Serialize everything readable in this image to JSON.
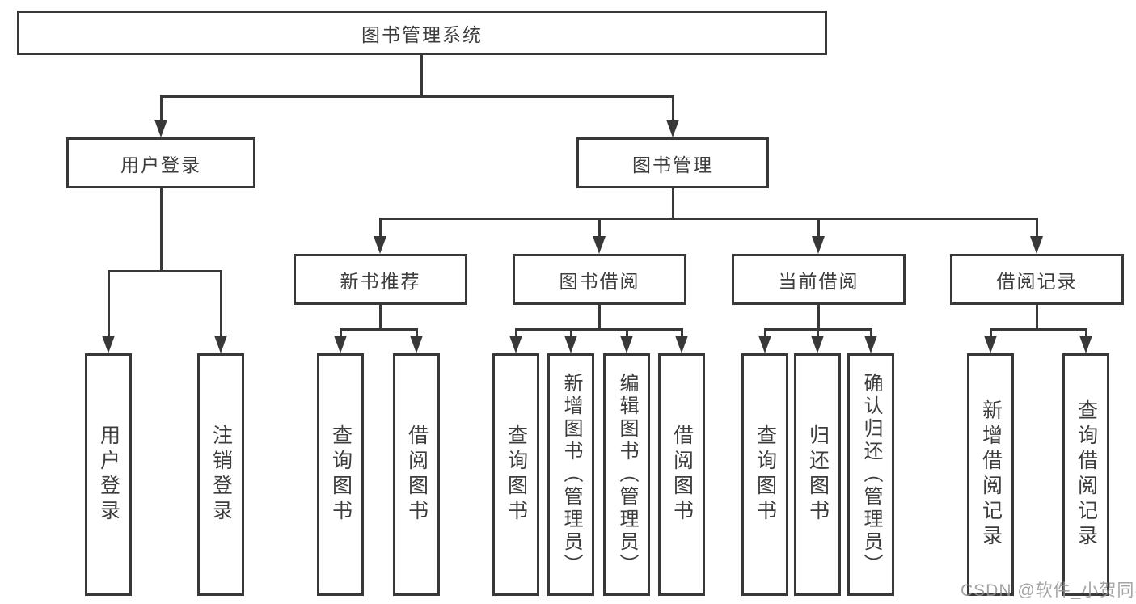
{
  "tree": {
    "root": {
      "label": "图书管理系统"
    },
    "branches": [
      {
        "label": "用户登录",
        "children": [
          "用户登录",
          "注销登录"
        ]
      },
      {
        "label": "图书管理",
        "groups": [
          {
            "label": "新书推荐",
            "children": [
              "查询图书",
              "借阅图书"
            ]
          },
          {
            "label": "图书借阅",
            "children": [
              "查询图书",
              "新增图书（管理员）",
              "编辑图书（管理员）",
              "借阅图书"
            ]
          },
          {
            "label": "当前借阅",
            "children": [
              "查询图书",
              "归还图书",
              "确认归还（管理员）"
            ]
          },
          {
            "label": "借阅记录",
            "children": [
              "新增借阅记录",
              "查询借阅记录"
            ]
          }
        ]
      }
    ]
  },
  "watermark": {
    "text": "CSDN @软件_小贺同学"
  },
  "colors": {
    "line": "#383838",
    "text": "#3d3d3d",
    "background": "#ffffff",
    "watermark": "#949494"
  }
}
